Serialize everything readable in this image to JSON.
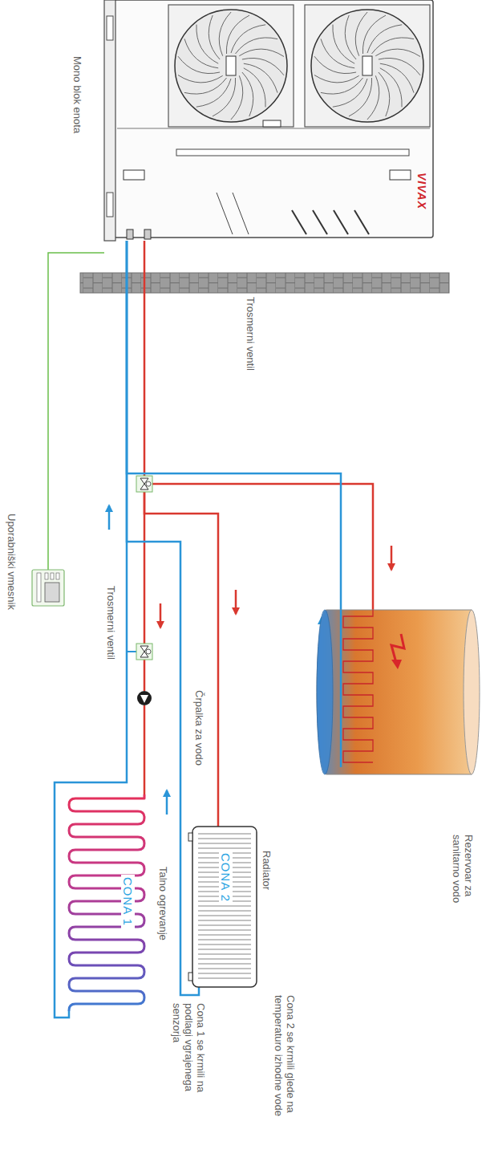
{
  "diagram": {
    "nodes": [
      {
        "text": [
          "Mono blok enota"
        ]
      },
      {
        "text": [
          "Trosmerni ventil"
        ]
      },
      {
        "text": [
          "Rezervoar za sanitarno vodo"
        ]
      },
      {
        "text": [
          "Radiator",
          "CONA 2"
        ]
      },
      {
        "text": [
          "Trosmerni ventil"
        ]
      },
      {
        "text": [
          "Črpalka za vodo"
        ]
      },
      {
        "text": [
          "Talno ogrevanje",
          "CONA 1"
        ]
      },
      {
        "text": [
          "Uporabniški vmesnik"
        ]
      }
    ],
    "edges": [
      {
        "from": 0,
        "to": 1,
        "arrow": "none"
      },
      {
        "from": 1,
        "to": 2,
        "arrow": "none"
      },
      {
        "from": 2,
        "to": 0,
        "arrow": "none"
      },
      {
        "from": 1,
        "to": 3,
        "arrow": "none"
      },
      {
        "from": 1,
        "to": 4,
        "arrow": "none"
      },
      {
        "from": 3,
        "to": 0,
        "arrow": "none"
      },
      {
        "from": 4,
        "to": 5,
        "arrow": "none"
      },
      {
        "from": 5,
        "to": 6,
        "arrow": "none"
      },
      {
        "from": 6,
        "to": 0,
        "arrow": "none"
      },
      {
        "from": 0,
        "to": 7,
        "arrow": "none"
      }
    ],
    "labels": [
      "VIVAX",
      "Cona 2 se krmili glede na temperaturo izhodne vode",
      "Cona 1 se krmili na podlagi vgrajenega senzorja"
    ]
  }
}
